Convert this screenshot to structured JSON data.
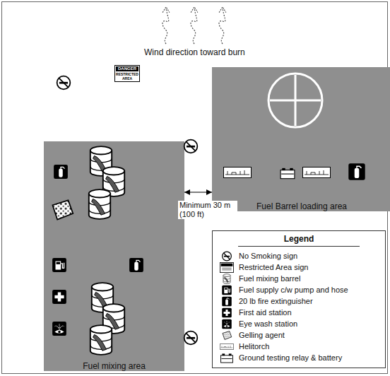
{
  "diagram": {
    "nodes": [
      {
        "text": [
          "Fuel Barrel loading area"
        ]
      },
      {
        "text": [
          "Fuel mixing area"
        ]
      },
      {
        "text": [
          "Legend"
        ]
      }
    ],
    "edges": [
      {
        "from": 1,
        "to": 0,
        "arrow": "both",
        "label": "Minimum 30 m (100 ft)"
      }
    ],
    "labels": [
      "Wind direction toward burn",
      "DANGER",
      "RESTRICTED AREA"
    ],
    "legend": [
      {
        "text": "No Smoking sign"
      },
      {
        "text": "Restricted Area sign"
      },
      {
        "text": "Fuel mixing barrel"
      },
      {
        "text": "Fuel supply c/w pump and hose"
      },
      {
        "text": "20 lb fire extinguisher"
      },
      {
        "text": "First aid station"
      },
      {
        "text": "Eye wash station"
      },
      {
        "text": "Gelling agent"
      },
      {
        "text": "Helitorch"
      },
      {
        "text": "Ground testing relay & battery"
      }
    ]
  }
}
